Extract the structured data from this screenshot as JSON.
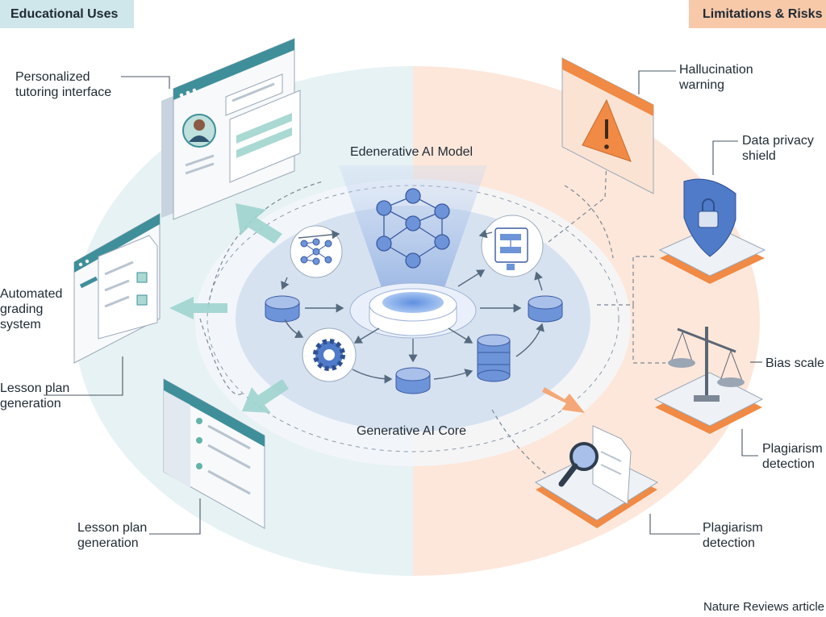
{
  "headers": {
    "left": "Educational Uses",
    "right": "Limitations & Risks"
  },
  "center": {
    "top_label": "Edenerative AI Model",
    "bottom_label": "Generative AI Core"
  },
  "uses": {
    "personalized": "Personalized\ntutoring interface",
    "grading": "Automated\ngrading\nsystem",
    "lesson_left": "Lesson plan\ngeneration",
    "lesson_bottom": "Lesson plan\ngeneration"
  },
  "risks": {
    "hallucination": "Hallucination\nwarning",
    "privacy": "Data privacy\nshield",
    "bias": "Bias scale",
    "plagiarism_right": "Plagiarism\ndetection",
    "plagiarism_bottom": "Plagiarism\ndetection"
  },
  "footer": "Nature Reviews article",
  "colors": {
    "teal": "#3f8f9a",
    "orange": "#f08a45",
    "blue": "#5b82c4",
    "left_bg": "#e6f1f4",
    "right_bg": "#fde6d8"
  }
}
